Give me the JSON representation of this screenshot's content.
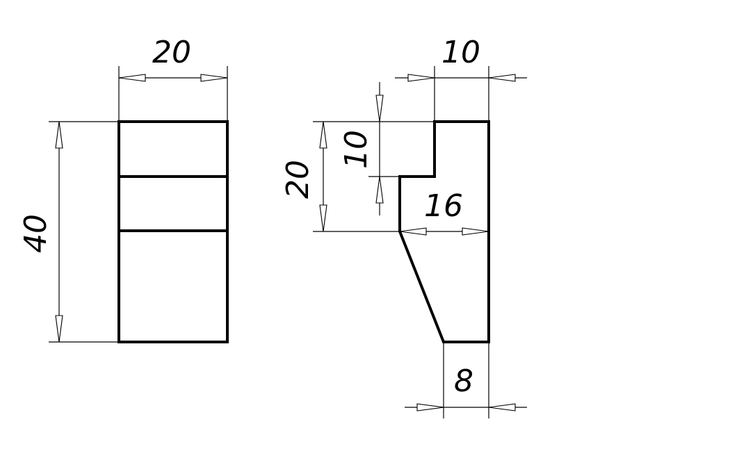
{
  "drawing": {
    "front_view": {
      "width_dim": "20",
      "height_dim": "40"
    },
    "side_view": {
      "top_width_dim": "10",
      "step_height_dim": "10",
      "upper_height_dim": "20",
      "mid_width_dim": "16",
      "bottom_width_dim": "8"
    }
  }
}
